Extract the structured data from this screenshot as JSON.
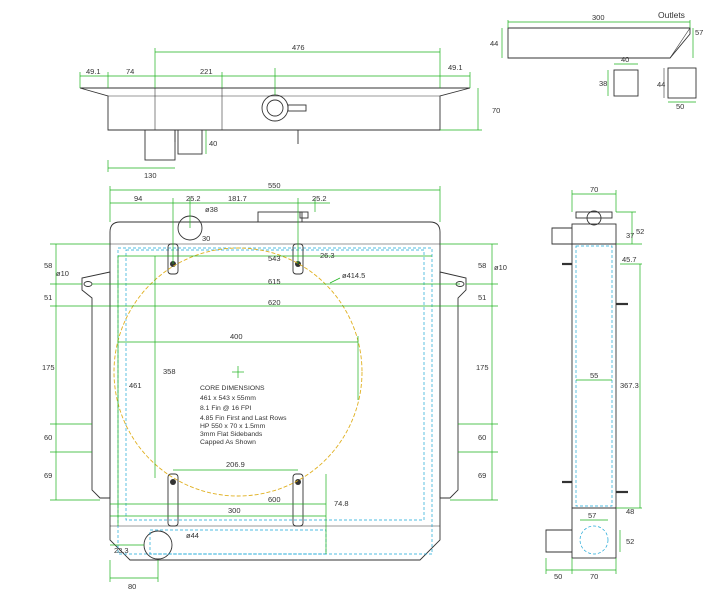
{
  "labels": {
    "outlets": "Outlets",
    "d300_top": "300",
    "d44_top": "44",
    "d57_top": "57",
    "d40": "40",
    "d38": "38",
    "d44_out": "44",
    "d50_out": "50",
    "d476": "476",
    "d49a": "49.1",
    "d74": "74",
    "d221": "221",
    "d49b": "49.1",
    "d70_tank": "70",
    "d40_tank": "40",
    "d130": "130",
    "d550": "550",
    "d94": "94",
    "d25a": "25.2",
    "d181": "181.7",
    "d25b": "25.2",
    "dphi38": "ø38",
    "d30": "30",
    "d543": "543",
    "d26": "26.3",
    "dphi414": "ø414.5",
    "d615": "615",
    "d620": "620",
    "d400": "400",
    "d461": "461",
    "d358": "358",
    "d206": "206.9",
    "d600": "600",
    "d74b": "74.8",
    "d300_low": "300",
    "dphi44": "ø44",
    "d23": "23.3",
    "d80": "80",
    "l58": "58",
    "lphi10": "ø10",
    "l51": "51",
    "l175": "175",
    "l60": "60",
    "l69": "69",
    "r58": "58",
    "rphi10": "ø10",
    "r51": "51",
    "r175": "175",
    "r60": "60",
    "r69": "69",
    "s70_top": "70",
    "s37": "37",
    "s52_top": "52",
    "s45": "45.7",
    "s55": "55",
    "s367": "367.3",
    "s48": "48",
    "s57": "57",
    "s52_bot": "52",
    "s50": "50",
    "s70_bot": "70"
  },
  "core_notes": [
    "CORE DIMENSIONS",
    "461 x 543 x 55mm",
    "8.1 Fin @ 16 FPI",
    "4.85 Fin First and Last Rows",
    "HP 550 x 70 x 1.5mm",
    "3mm Flat Sidebands",
    "Capped As Shown"
  ],
  "colors": {
    "dimension": "#1db31d",
    "core_hidden": "#1aa6d6",
    "fan_circle": "#e0b020",
    "outline": "#333333"
  }
}
